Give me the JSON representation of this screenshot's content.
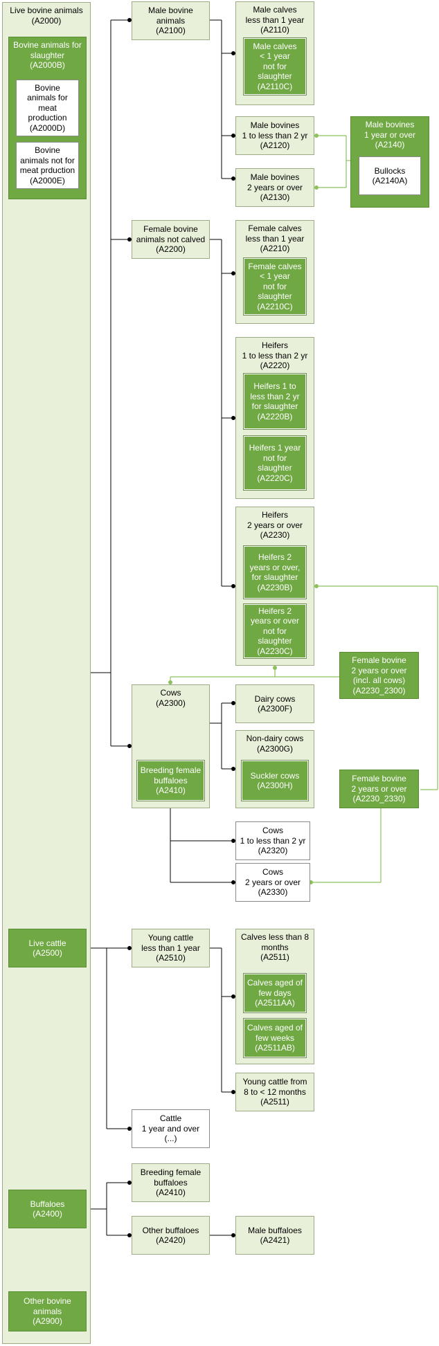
{
  "colors": {
    "light_fill": "#e8f0d9",
    "dark_fill": "#70a844",
    "connector": "#000000",
    "green_connector": "#8cc25c"
  },
  "nodes": {
    "a2000": "Live bovine animals\n(A2000)",
    "a2000b": "Bovine animals for\nslaughter\n(A2000B)",
    "a2000d": "Bovine\nanimals for\nmeat\nproduction\n(A2000D)",
    "a2000e": "Bovine\nanimals not for\nmeat prduction\n(A2000E)",
    "a2500": "Live cattle\n(A2500)",
    "a2400": "Buffaloes\n(A2400)",
    "a2900": "Other bovine\nanimals\n(A2900)",
    "a2100": "Male bovine\nanimals\n(A2100)",
    "a2200": "Female bovine\nanimals not calved\n(A2200)",
    "a2300": "Cows\n(A2300)",
    "a2410_in_cows": "Breeding female\nbuffaloes\n(A2410)",
    "a2510": "Young cattle\nless than 1 year\n(A2510)",
    "cattle_1yr": "Cattle\n1 year and over\n(...)",
    "a2410": "Breeding female\nbuffaloes\n(A2410)",
    "a2420": "Other buffaloes\n(A2420)",
    "a2110": "Male calves\nless than 1 year\n(A2110)",
    "a2110c": "Male calves\n< 1 year\nnot for\nslaughter\n(A2110C)",
    "a2120": "Male bovines\n1 to less than 2 yr\n(A2120)",
    "a2130": "Male bovines\n2 years or over\n(A2130)",
    "a2140": "Male bovines\n1 year or over\n(A2140)",
    "a2140a": "Bullocks\n(A2140A)",
    "a2210": "Female calves\nless than 1 year\n(A2210)",
    "a2210c": "Female calves\n< 1 year\nnot for\nslaughter\n(A2210C)",
    "a2220": "Heifers\n1 to less than 2 yr\n(A2220)",
    "a2220b": "Heifers 1 to\nless than 2 yr\nfor slaughter\n(A2220B)",
    "a2220c": "Heifers 1 year\nnot for\nslaughter\n(A2220C)",
    "a2230": "Heifers\n2 years or over\n(A2230)",
    "a2230b": "Heifers 2\nyears or over,\nfor slaughter\n(A2230B)",
    "a2230c": "Heifers 2\nyears or over\nnot for\nslaughter\n(A2230C)",
    "a2230_2300": "Female bovine\n2 years or over\n(incl. all cows)\n(A2230_2300)",
    "a2230_2330": "Female bovine\n2 years or over\n(A2230_2330)",
    "a2300f": "Dairy cows\n(A2300F)",
    "a2300g": "Non-dairy cows\n(A2300G)",
    "a2300h": "Suckler cows\n(A2300H)",
    "a2320": "Cows\n1 to less than 2 yr\n(A2320)",
    "a2330": "Cows\n2 years or over\n(A2330)",
    "a2511_calves": "Calves less than 8\nmonths\n(A2511)",
    "a2511aa": "Calves aged of\nfew days\n(A2511AA)",
    "a2511ab": "Calves aged of\nfew weeks\n(A2511AB)",
    "a2511_young": "Young cattle from\n8 to < 12 months\n(A2511)",
    "a2421": "Male buffaloes\n(A2421)"
  }
}
